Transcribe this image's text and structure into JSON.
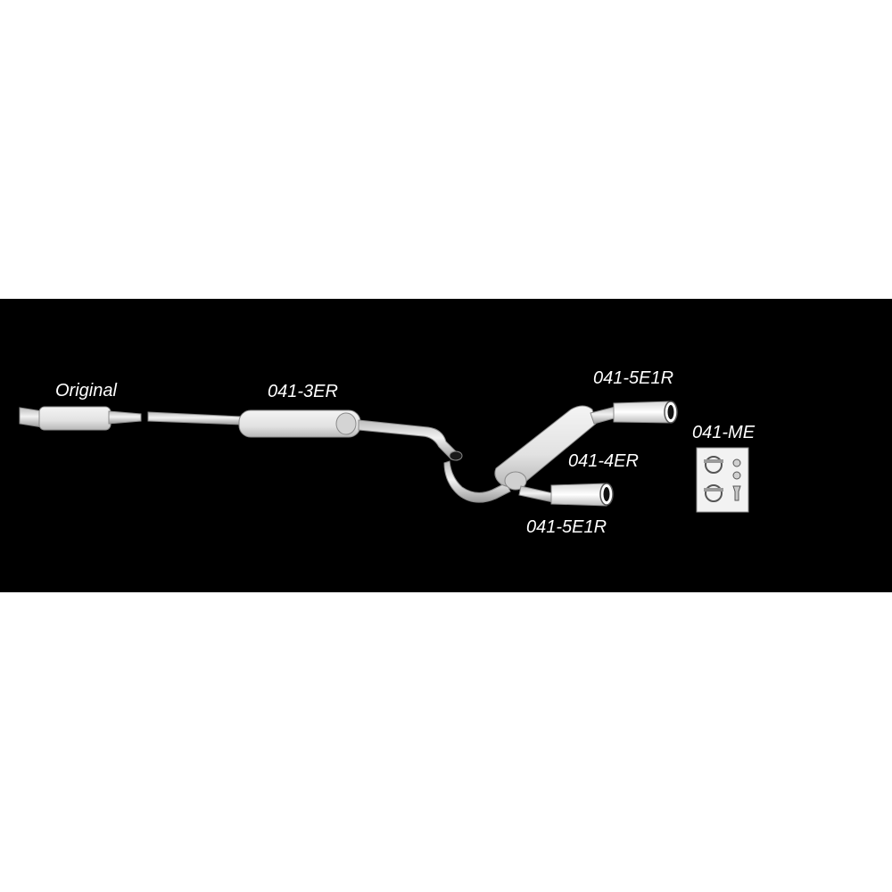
{
  "colors": {
    "page_background": "#ffffff",
    "panel_background": "#000000",
    "label_text": "#ffffff",
    "part_fill": "#e6e6e6",
    "part_outline": "#9a9a9a"
  },
  "labels": {
    "original": "Original",
    "part_3er": "041-3ER",
    "part_5e1r_top": "041-5E1R",
    "part_4er": "041-4ER",
    "part_5e1r_bottom": "041-5E1R",
    "part_me": "041-ME"
  }
}
